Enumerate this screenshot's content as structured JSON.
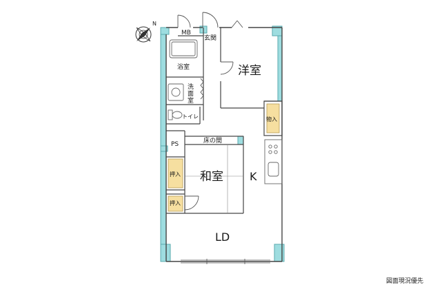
{
  "compass": {
    "north_label": "N"
  },
  "rooms": {
    "yoshitsu": "洋室",
    "washitsu": "和室",
    "ld": "LD",
    "k": "K",
    "genkan": "玄関",
    "mb": "MB",
    "yokushitsu": "浴室",
    "senmen_chars": [
      "洗",
      "面",
      "室"
    ],
    "toilet": "トイレ",
    "ps": "PS",
    "tokonoma": "床の間",
    "monoire": "物入",
    "oshiire_upper": "押入",
    "oshiire_lower": "押入"
  },
  "caption": "図面現況優先",
  "colors": {
    "wall_fill": "#9edde0",
    "wall_stroke": "#5aa9ae",
    "closet_fill": "#f6dfa0",
    "line": "#444444"
  }
}
